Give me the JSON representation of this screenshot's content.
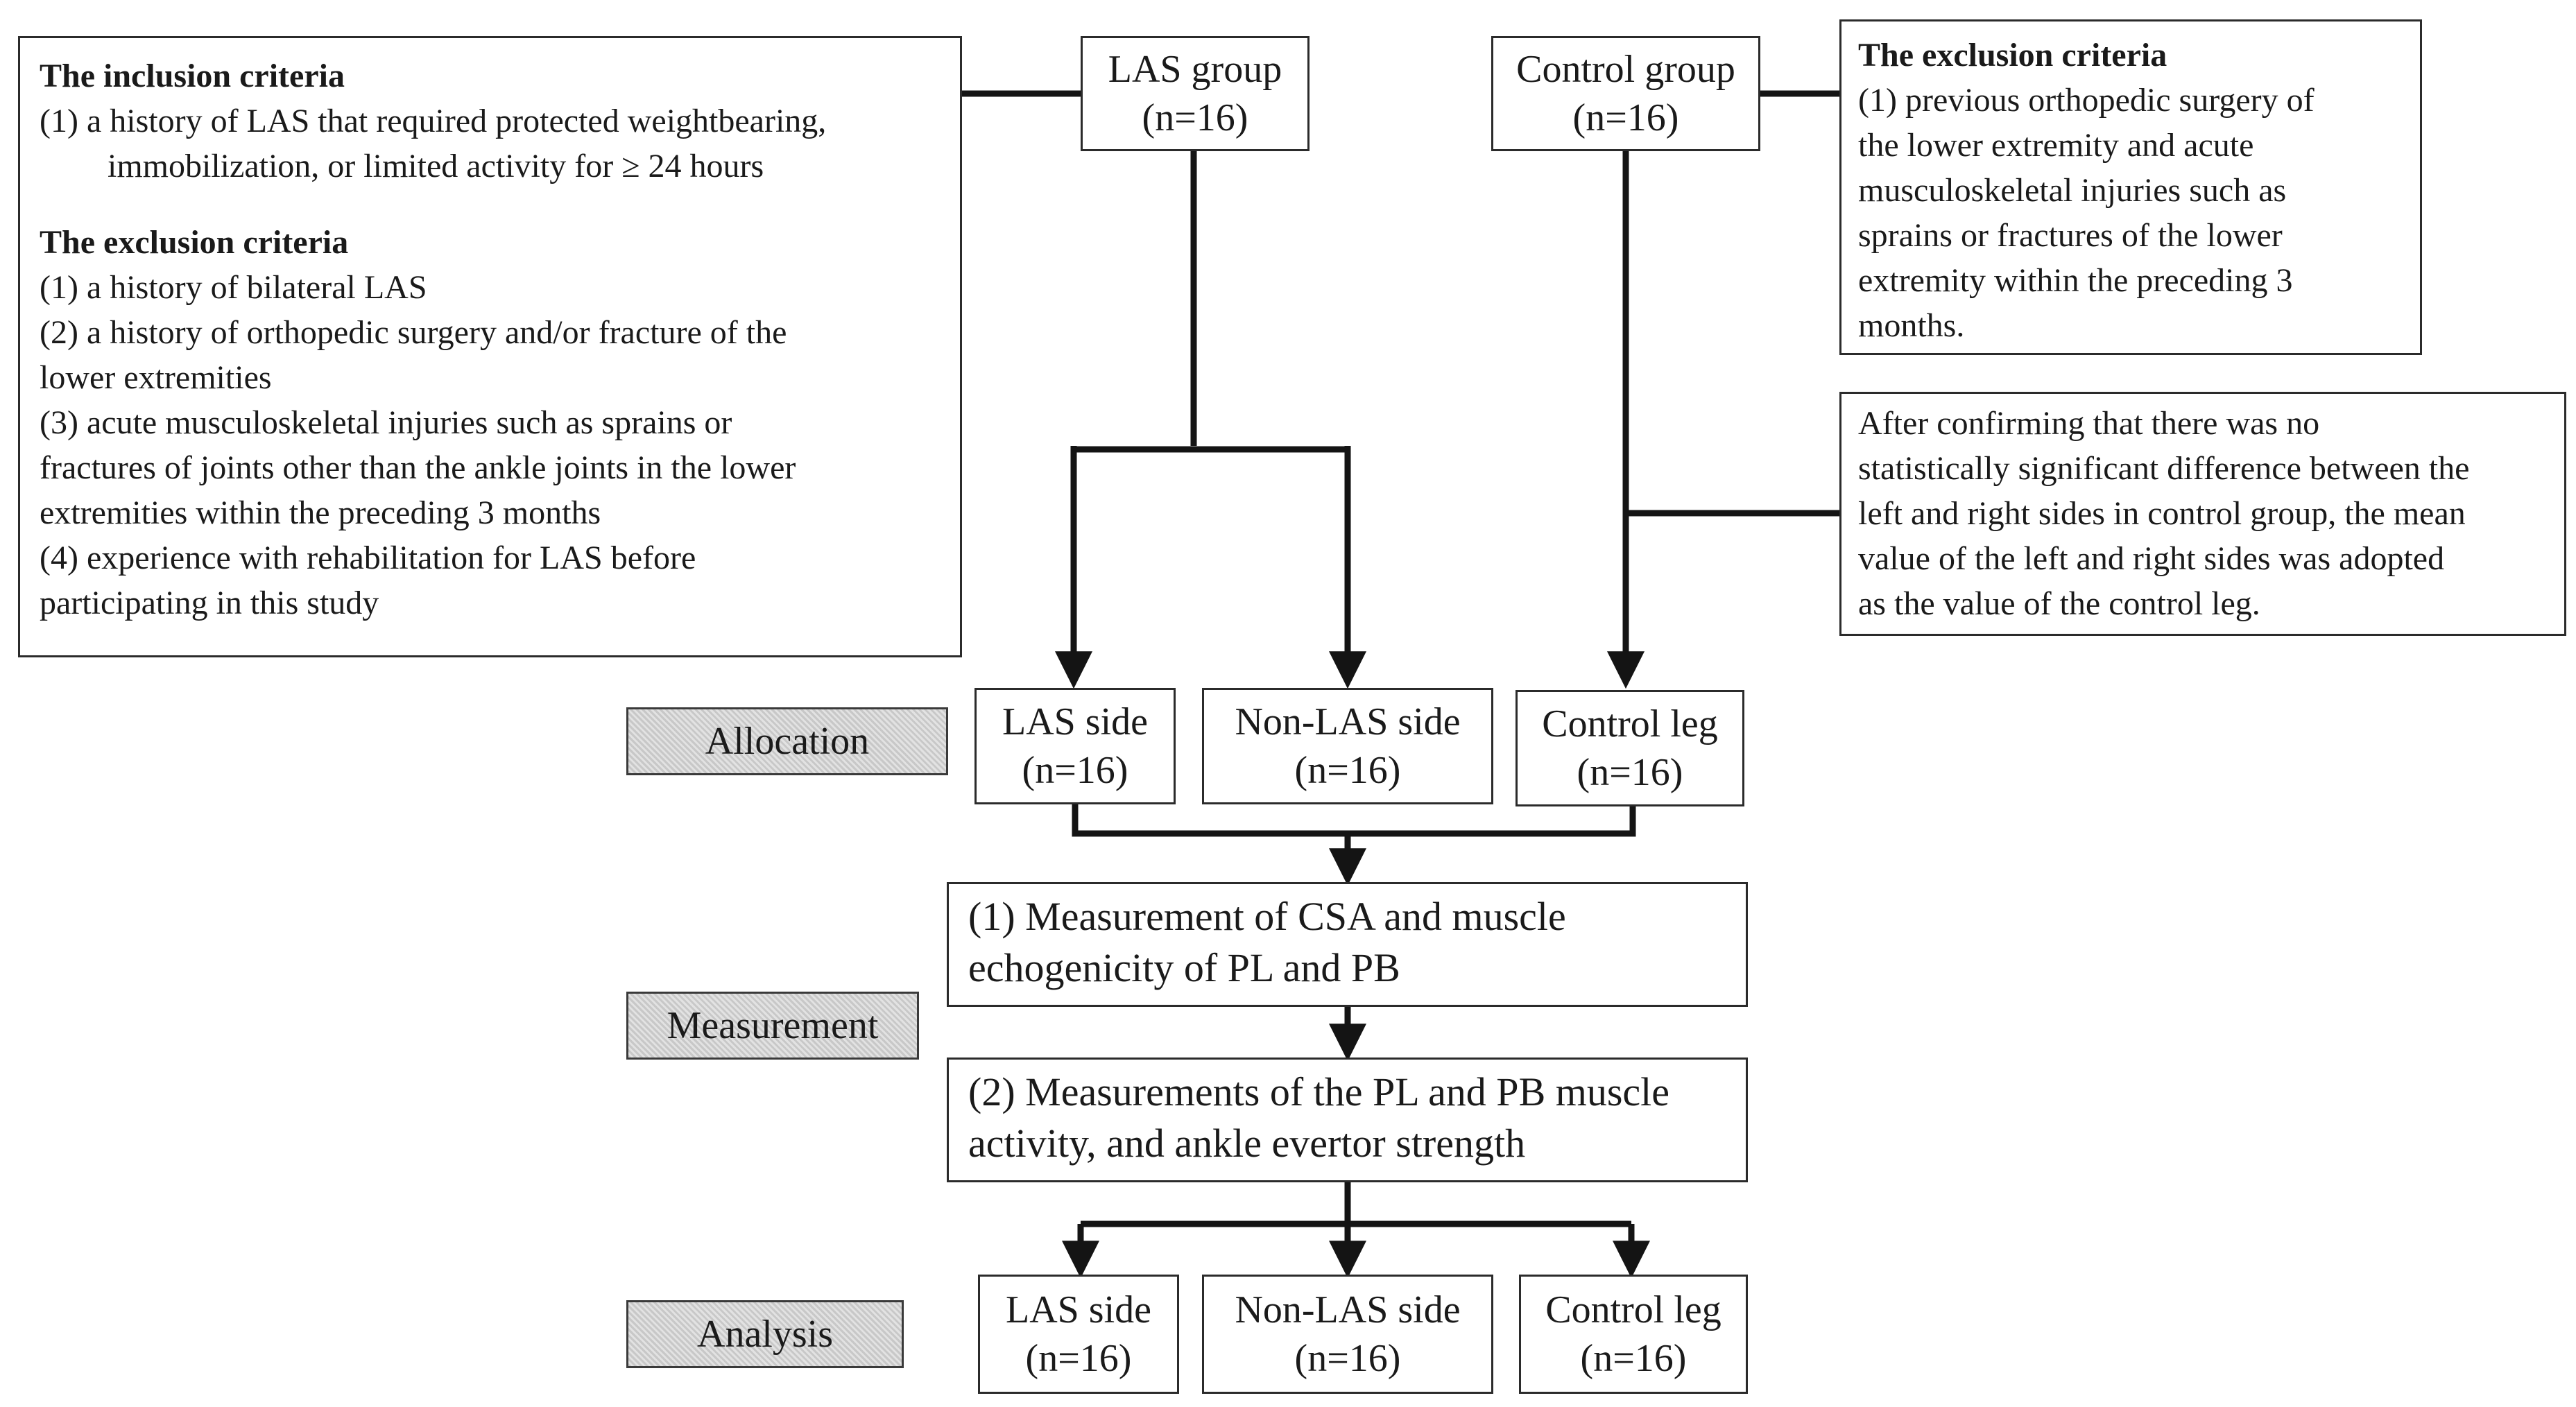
{
  "inclusion_box": {
    "inclusion_heading": "The inclusion criteria",
    "inclusion_item1_line1": "(1)   a history of LAS that required protected weightbearing,",
    "inclusion_item1_line2": "immobilization, or limited activity for ≥ 24 hours",
    "exclusion_heading": "The exclusion criteria",
    "exclusion_lines": [
      "(1)   a history of bilateral LAS",
      "(2) a history of orthopedic surgery and/or fracture of the",
      "lower extremities",
      "(3) acute musculoskeletal injuries such as sprains or",
      "fractures of joints other than the ankle joints in the lower",
      "extremities within the preceding 3 months",
      "(4) experience with rehabilitation for LAS before",
      "participating in this study"
    ]
  },
  "control_exclusion_box": {
    "heading": "The exclusion criteria",
    "lines": [
      "(1) previous orthopedic surgery of",
      "the lower extremity and acute",
      "musculoskeletal injuries such as",
      "sprains or fractures of the lower",
      "extremity within the preceding 3",
      "months."
    ]
  },
  "control_note": {
    "lines": [
      "After confirming that there was no",
      "statistically significant difference between the",
      "left and right sides in control group, the mean",
      "value of the left and right sides was adopted",
      "as the value of the control leg."
    ]
  },
  "groups": {
    "las": {
      "name": "LAS group",
      "n": "(n=16)"
    },
    "control": {
      "name": "Control group",
      "n": "(n=16)"
    }
  },
  "stages": {
    "allocation": "Allocation",
    "measurement": "Measurement",
    "analysis": "Analysis"
  },
  "allocation_nodes": {
    "las_side": {
      "name": "LAS side",
      "n": "(n=16)"
    },
    "non_las_side": {
      "name": "Non-LAS side",
      "n": "(n=16)"
    },
    "control_leg": {
      "name": "Control leg",
      "n": "(n=16)"
    }
  },
  "measurements": {
    "step1": [
      "(1) Measurement of CSA and muscle",
      "echogenicity of PL and PB"
    ],
    "step2": [
      "(2) Measurements of the PL and PB muscle",
      "activity, and ankle evertor strength"
    ]
  },
  "analysis_nodes": {
    "las_side": {
      "name": "LAS side",
      "n": "(n=16)"
    },
    "non_las_side": {
      "name": "Non-LAS side",
      "n": "(n=16)"
    },
    "control_leg": {
      "name": "Control leg",
      "n": "(n=16)"
    }
  },
  "colors": {
    "line": "#141414",
    "box_border": "#2b2b2b",
    "stage_fill": "#d4d4d4"
  }
}
